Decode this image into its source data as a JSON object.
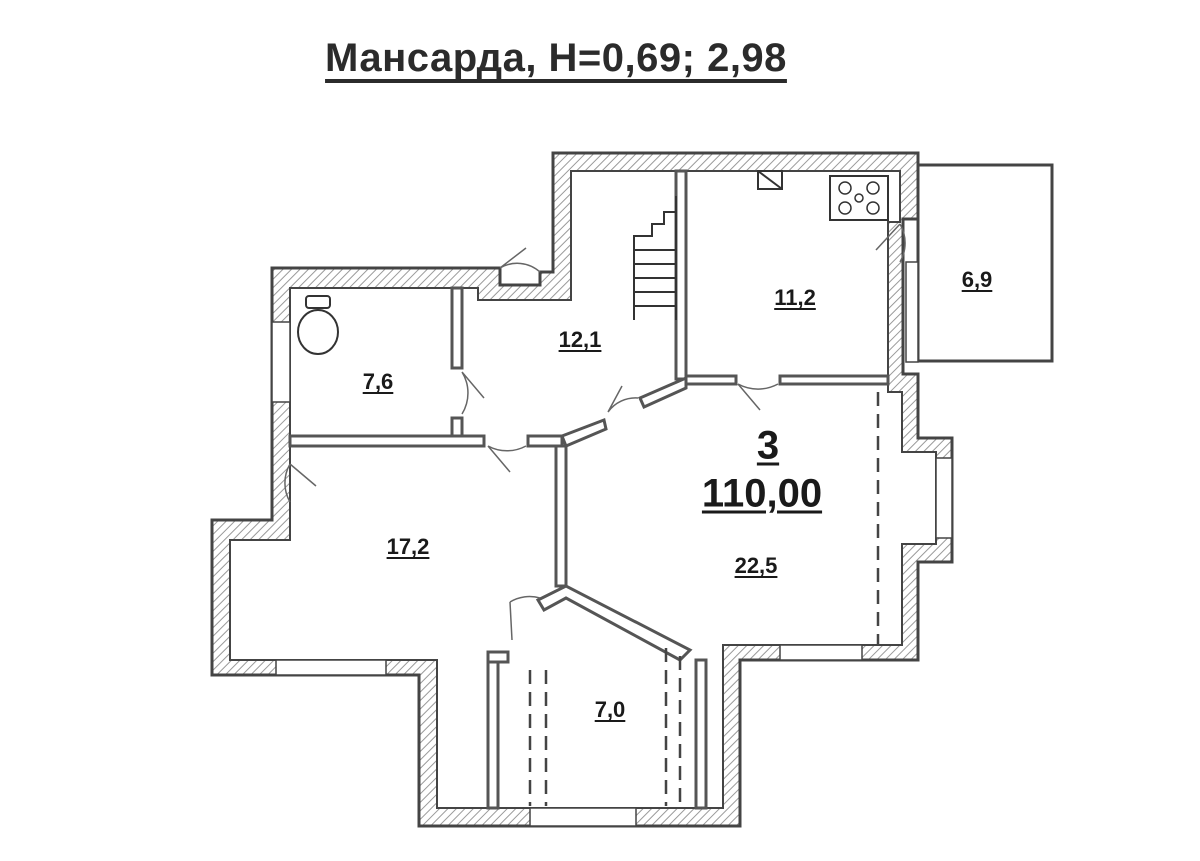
{
  "title": "Мансарда, Н=0,69; 2,98",
  "apartment": {
    "number": "3",
    "total_area": "110,00"
  },
  "rooms": [
    {
      "id": "wc",
      "area": "7,6"
    },
    {
      "id": "hall",
      "area": "12,1"
    },
    {
      "id": "kitchen",
      "area": "11,2"
    },
    {
      "id": "balcony",
      "area": "6,9"
    },
    {
      "id": "living",
      "area": "22,5"
    },
    {
      "id": "bedroom",
      "area": "17,2"
    },
    {
      "id": "south",
      "area": "7,0"
    }
  ]
}
